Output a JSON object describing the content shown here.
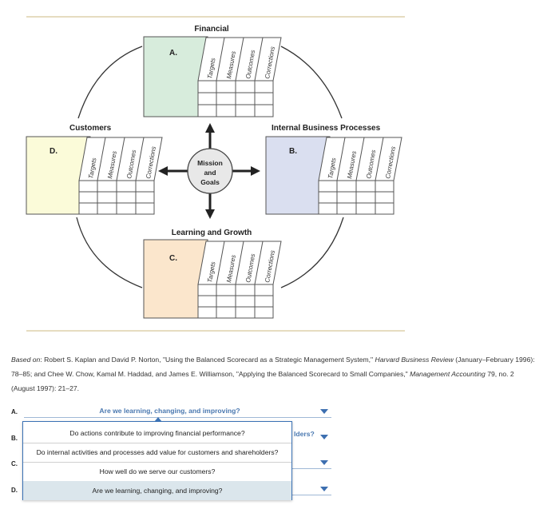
{
  "diagram": {
    "center": {
      "line1": "Mission",
      "line2": "and",
      "line3": "Goals"
    },
    "columns": [
      "Targets",
      "Measures",
      "Outcomes",
      "Corrections"
    ],
    "perspectives": {
      "financial": {
        "title": "Financial",
        "letter": "A.",
        "color": "#d7ecdc"
      },
      "customers": {
        "title": "Customers",
        "letter": "D.",
        "color": "#fbfbd9"
      },
      "internal": {
        "title": "Internal Business Processes",
        "letter": "B.",
        "color": "#dadff0"
      },
      "learning": {
        "title": "Learning and Growth",
        "letter": "C.",
        "color": "#fbe6cc"
      }
    },
    "rule_color": "#e6dcc0"
  },
  "source": {
    "label": "Based on",
    "text1": ": Robert S. Kaplan and David P. Norton, \"Using the Balanced Scorecard as a Strategic Management System,\" ",
    "journal1": "Harvard Business Review",
    "text2": " (January–February 1996): 78–85; and Chee W. Chow, Kamal M. Haddad, and James E. Williamson, \"Applying the Balanced Scorecard to Small Companies,\" ",
    "journal2": "Management Accounting",
    "text3": " 79, no. 2 (August 1997): 21–27."
  },
  "answers": {
    "labels": [
      "A.",
      "B.",
      "C.",
      "D."
    ],
    "a_value": "Are we learning, changing, and improving?",
    "b_partial": "lders?",
    "options": [
      "Do actions contribute to improving financial performance?",
      "Do internal activities and processes add value for customers and shareholders?",
      "How well do we serve our customers?",
      "Are we learning, changing, and improving?"
    ]
  }
}
